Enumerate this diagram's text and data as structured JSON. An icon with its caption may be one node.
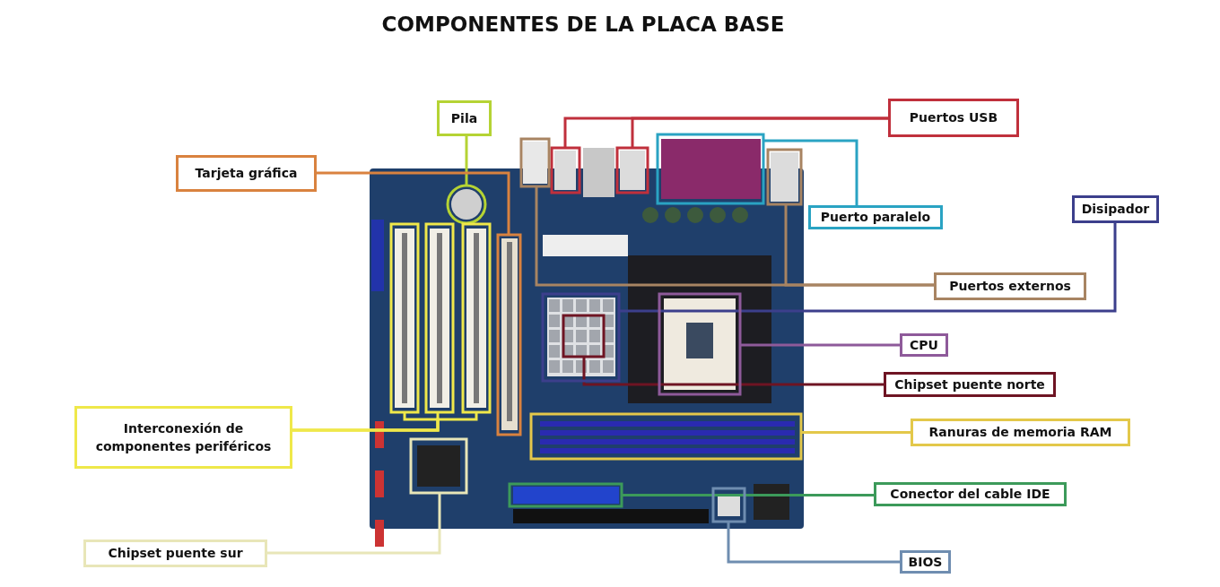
{
  "diagram": {
    "title": "COMPONENTES DE LA PLACA BASE",
    "nodes": [
      {
        "text": [
          "Puertos USB"
        ]
      },
      {
        "text": [
          "Pila"
        ]
      },
      {
        "text": [
          "Tarjeta gráfica"
        ]
      },
      {
        "text": [
          "Puerto paralelo"
        ]
      },
      {
        "text": [
          "Disipador"
        ]
      },
      {
        "text": [
          "Puertos externos"
        ]
      },
      {
        "text": [
          "CPU"
        ]
      },
      {
        "text": [
          "Chipset puente norte"
        ]
      },
      {
        "text": [
          "Ranuras de memoria RAM"
        ]
      },
      {
        "text": [
          "Interconexión de componentes periféricos"
        ]
      },
      {
        "text": [
          "Conector del cable IDE"
        ]
      },
      {
        "text": [
          "Chipset puente sur"
        ]
      },
      {
        "text": [
          "BIOS"
        ]
      },
      {
        "text": [],
        "shape": "box"
      },
      {
        "text": [],
        "shape": "box"
      },
      {
        "text": [],
        "shape": "circle"
      },
      {
        "text": [],
        "shape": "box"
      },
      {
        "text": [],
        "shape": "box"
      },
      {
        "text": [],
        "shape": "box"
      },
      {
        "text": [],
        "shape": "box"
      },
      {
        "text": [],
        "shape": "box"
      },
      {
        "text": [],
        "shape": "box"
      },
      {
        "text": [],
        "shape": "box",
        "in": 18
      },
      {
        "text": [],
        "shape": "box"
      },
      {
        "text": [],
        "shape": "box"
      },
      {
        "text": [],
        "shape": "box"
      },
      {
        "text": [],
        "shape": "box"
      },
      {
        "text": [],
        "shape": "box"
      },
      {
        "text": [],
        "shape": "box"
      },
      {
        "text": [],
        "shape": "box"
      }
    ],
    "edges": [
      {
        "from": 0,
        "to": 13,
        "arrow": "none",
        "color": "#c0303c"
      },
      {
        "from": 0,
        "to": 14,
        "arrow": "none",
        "color": "#c0303c"
      },
      {
        "from": 1,
        "to": 15,
        "arrow": "none",
        "color": "#b5d334"
      },
      {
        "from": 2,
        "to": 16,
        "arrow": "none",
        "color": "#d9823f"
      },
      {
        "from": 3,
        "to": 17,
        "arrow": "none",
        "color": "#2aa3c3"
      },
      {
        "from": 4,
        "to": 18,
        "arrow": "none",
        "color": "#3c3f8c"
      },
      {
        "from": 5,
        "to": 19,
        "arrow": "none",
        "color": "#a88462"
      },
      {
        "from": 5,
        "to": 20,
        "arrow": "none",
        "color": "#a88462"
      },
      {
        "from": 6,
        "to": 21,
        "arrow": "none",
        "color": "#8e5a9a"
      },
      {
        "from": 7,
        "to": 22,
        "arrow": "none",
        "color": "#6e1423"
      },
      {
        "from": 8,
        "to": 23,
        "arrow": "none",
        "color": "#e3c84a"
      },
      {
        "from": 9,
        "to": 24,
        "arrow": "none",
        "color": "#efe84a"
      },
      {
        "from": 9,
        "to": 25,
        "arrow": "none",
        "color": "#efe84a"
      },
      {
        "from": 9,
        "to": 26,
        "arrow": "none",
        "color": "#efe84a"
      },
      {
        "from": 10,
        "to": 27,
        "arrow": "none",
        "color": "#3c9a5a"
      },
      {
        "from": 11,
        "to": 28,
        "arrow": "none",
        "color": "#e8e6b8"
      },
      {
        "from": 12,
        "to": 29,
        "arrow": "none",
        "color": "#6f8db0"
      }
    ]
  }
}
